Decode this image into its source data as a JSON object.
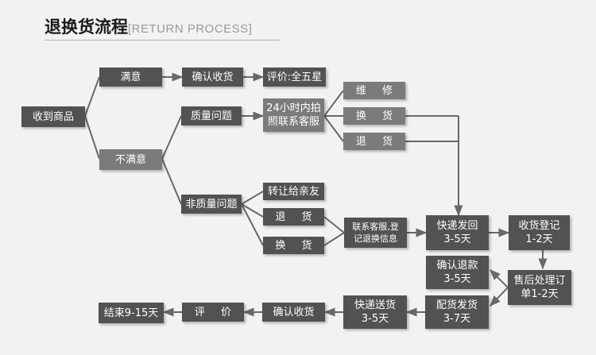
{
  "title": {
    "main": "退换货流程",
    "sub": "[RETURN PROCESS]"
  },
  "nodes": {
    "received": "收到商品",
    "satisfied": "满意",
    "confirm_receipt_top": "确认收货",
    "rating": "评价:全五星",
    "unsatisfied": "不满意",
    "quality_issue": "质量问题",
    "contact_service_24h": "24小时内拍\n照联系客服",
    "repair": "维 修",
    "exchange_quality": "换 货",
    "return_quality": "退 货",
    "non_quality_issue": "非质量问题",
    "transfer_friend": "转让给亲友",
    "return_non_quality": "退 货",
    "exchange_non_quality": "换 货",
    "contact_register": "联系客服,登\n记退换信息",
    "express_return": "快递发回\n3-5天",
    "receive_register": "收货登记\n1-2天",
    "confirm_refund": "确认退款\n3-5天",
    "after_sales": "售后处理订\n单1-2天",
    "dispatch": "配货发货\n3-7天",
    "express_delivery": "快递送货\n3-5天",
    "confirm_receipt_bottom": "确认收货",
    "review": "评 价",
    "end": "结束9-15天"
  },
  "colors": {
    "node_dark": "#525252",
    "node_light": "#7b7b7b",
    "line": "#686868",
    "background": "#f2f2f2"
  }
}
